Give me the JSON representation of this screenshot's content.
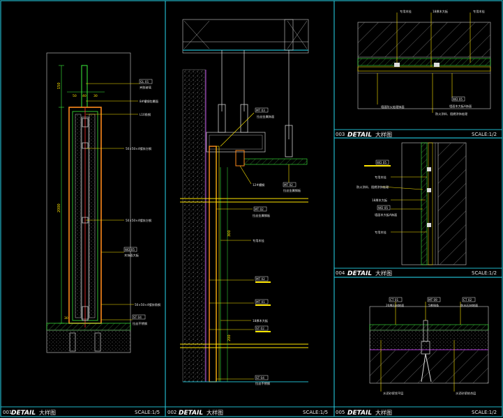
{
  "colors": {
    "frame": "#21b6c9",
    "yellow": "#ffe600",
    "white": "#e8e8e8",
    "green": "#3cf03c",
    "orange": "#ff8a1c",
    "magenta": "#b13cd8",
    "gray": "#9a9a9a",
    "red": "#ff3030"
  },
  "title_blocks": [
    {
      "num": "001",
      "label": "DETAIL",
      "sub": "大样图",
      "scale": "SCALE:1/5"
    },
    {
      "num": "002",
      "label": "DETAIL",
      "sub": "大样图",
      "scale": "SCALE:1/5"
    },
    {
      "num": "003",
      "label": "DETAIL",
      "sub": "大样图",
      "scale": "SCALE:1/2"
    },
    {
      "num": "004",
      "label": "DETAIL",
      "sub": "大样图",
      "scale": "SCALE:1/2"
    },
    {
      "num": "005",
      "label": "DETAIL",
      "sub": "大样图",
      "scale": "SCALE:1/2"
    }
  ],
  "panel1": {
    "dims": [
      "150",
      "50",
      "40",
      "30",
      "30",
      "2000"
    ],
    "labels": [
      {
        "tag": "GL 01",
        "text": "夹胶玻璃"
      },
      {
        "tag": "",
        "text": "8#槽钢包覆面"
      },
      {
        "tag": "",
        "text": "L10角钢"
      },
      {
        "tag": "",
        "text": "50×50×4镀锌方钢"
      },
      {
        "tag": "",
        "text": "50×50×4镀锌方钢"
      },
      {
        "tag": "WD 05",
        "text": "木饰面大板"
      },
      {
        "tag": "",
        "text": "50×50×4镀锌角钢"
      },
      {
        "tag": "ST 04",
        "text": "拉丝不锈钢"
      }
    ]
  },
  "panel2": {
    "dims": [
      "300",
      "200"
    ],
    "labels": [
      {
        "tag": "MT 03",
        "text": "拉丝金属饰面"
      },
      {
        "tag": "MT 02",
        "text": "拉丝金属钢板"
      },
      {
        "tag": "",
        "text": "12#槽钢"
      },
      {
        "tag": "MT 02",
        "text": "拉丝金属钢板"
      },
      {
        "tag": "",
        "text": "专用木挂"
      },
      {
        "tag": "MT 02",
        "text": ""
      },
      {
        "tag": "MT 01",
        "text": ""
      },
      {
        "tag": "",
        "text": "18厚木大板"
      },
      {
        "tag": "ST 02",
        "text": ""
      },
      {
        "tag": "ST 04",
        "text": "拉丝不锈钢"
      }
    ]
  },
  "panel3": {
    "labels": [
      {
        "tag": "",
        "text": "专用木挂"
      },
      {
        "tag": "",
        "text": "18厚木大板"
      },
      {
        "tag": "",
        "text": "专用木挂"
      },
      {
        "tag": "",
        "text": "墙面防火处理饰面"
      },
      {
        "tag": "WD 05",
        "text": "墙面木大板A饰面"
      },
      {
        "tag": "",
        "text": "防火涂料、阻燃涂饰处理"
      }
    ]
  },
  "panel4": {
    "labels": [
      {
        "tag": "WD 05",
        "text": ""
      },
      {
        "tag": "",
        "text": "专用木挂"
      },
      {
        "tag": "",
        "text": "防火涂料、阻燃涂饰处理"
      },
      {
        "tag": "",
        "text": "18厚木大板"
      },
      {
        "tag": "WD 05",
        "text": "墙面木大板A饰面"
      },
      {
        "tag": "",
        "text": "专用木挂"
      }
    ]
  },
  "panel5": {
    "labels": [
      {
        "tag": "CT 01",
        "text": "20厚石材地面"
      },
      {
        "tag": "MT 09",
        "text": "5厚铜条"
      },
      {
        "tag": "CT 02",
        "text": "防水石材地面"
      },
      {
        "tag": "",
        "text": "水泥砂浆找平层"
      },
      {
        "tag": "",
        "text": "水泥砂浆结合层"
      }
    ]
  }
}
